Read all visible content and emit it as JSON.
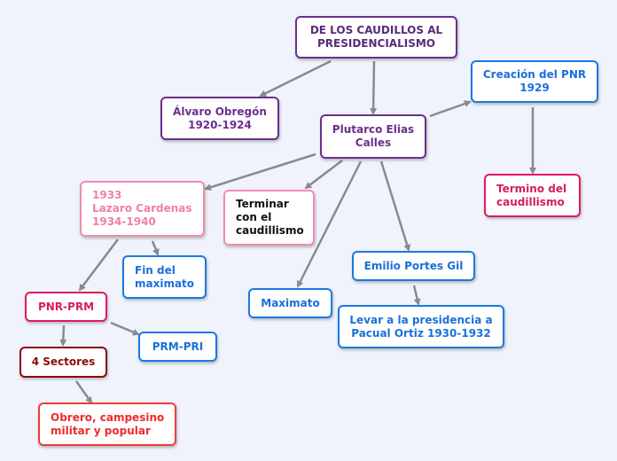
{
  "title": "DE LOS CAUDILLOS AL\nPRESIDENCIALISMO",
  "nodes": {
    "obregon": "Álvaro Obregón\n1920-1924",
    "calles": "Plutarco Elias\nCalles",
    "pnr": "Creación del PNR\n1929",
    "termino": "Termino del\ncaudillismo",
    "cardenas": "1933\nLazaro Cardenas\n    1934-1940",
    "terminar": "Terminar\n  con el\ncaudillismo",
    "fin_maximato": "Fin del\nmaximato",
    "maximato": "Maximato",
    "portes_gil": "Emilio Portes Gil",
    "ortiz": "Levar a la presidencia a\nPacual Ortiz 1930-1932",
    "pnr_prm": "PNR-PRM",
    "prm_pri": "PRM-PRI",
    "sectores": "4 Sectores",
    "obrero": "Obrero, campesino\nmilitar y popular"
  },
  "colors": {
    "background": "#f0f3fc",
    "link": "#8a8a8e",
    "purple": "#6b2f8c",
    "blue": "#1a7ae0",
    "magenta": "#e0195f",
    "pink": "#f28bb0",
    "darkred": "#8b0a0a",
    "red": "#f23a3a"
  }
}
